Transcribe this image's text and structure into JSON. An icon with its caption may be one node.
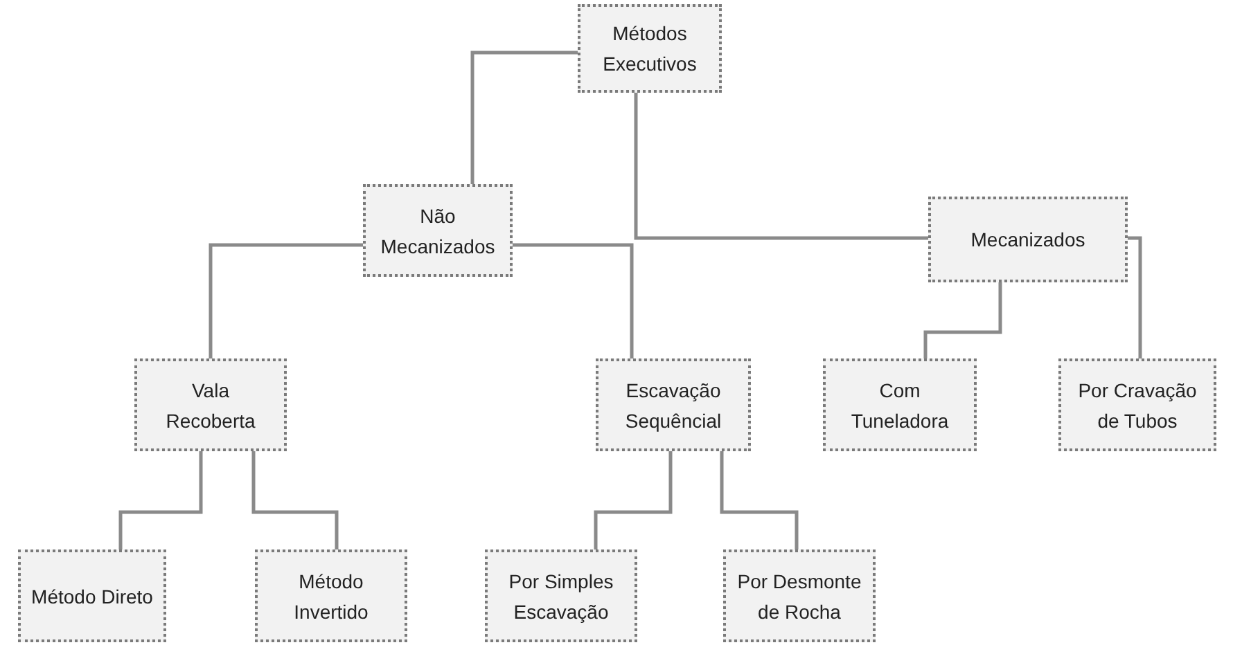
{
  "diagram": {
    "nodes": [
      {
        "text": [
          "Métodos Executivos"
        ]
      },
      {
        "text": [
          "Não Mecanizados"
        ]
      },
      {
        "text": [
          "Mecanizados"
        ]
      },
      {
        "text": [
          "Vala Recoberta"
        ]
      },
      {
        "text": [
          "Escavação Sequêncial"
        ]
      },
      {
        "text": [
          "Com Tuneladora"
        ]
      },
      {
        "text": [
          "Por Cravação de Tubos"
        ]
      },
      {
        "text": [
          "Método Direto"
        ]
      },
      {
        "text": [
          "Método Invertido"
        ]
      },
      {
        "text": [
          "Por Simples Escavação"
        ]
      },
      {
        "text": [
          "Por Desmonte de Rocha"
        ]
      }
    ],
    "edges": [
      {
        "from": 0,
        "to": 1,
        "arrow": "none"
      },
      {
        "from": 0,
        "to": 2,
        "arrow": "none"
      },
      {
        "from": 1,
        "to": 3,
        "arrow": "none"
      },
      {
        "from": 1,
        "to": 4,
        "arrow": "none"
      },
      {
        "from": 2,
        "to": 5,
        "arrow": "none"
      },
      {
        "from": 2,
        "to": 6,
        "arrow": "none"
      },
      {
        "from": 3,
        "to": 7,
        "arrow": "none"
      },
      {
        "from": 3,
        "to": 8,
        "arrow": "none"
      },
      {
        "from": 4,
        "to": 9,
        "arrow": "none"
      },
      {
        "from": 4,
        "to": 10,
        "arrow": "none"
      }
    ]
  }
}
